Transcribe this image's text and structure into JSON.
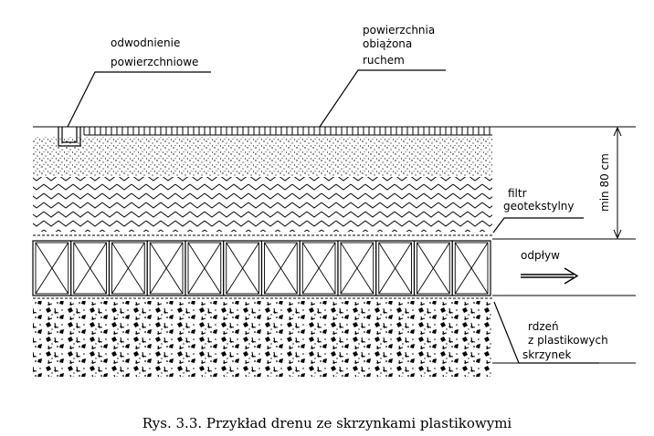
{
  "diagram": {
    "labels": {
      "surface_drainage": [
        "odwodnienie",
        "powierzchniowe"
      ],
      "traffic_surface": [
        "powierzchnia",
        "obiążona",
        "ruchem"
      ],
      "geotextile_filter": [
        "filtr",
        "geotekstylny"
      ],
      "min_depth": "min 80 cm",
      "outflow": "odpływ",
      "core": [
        "rdzeń",
        "z plastikowych",
        "skrzynek"
      ]
    },
    "box_count": 12,
    "caption": "Rys. 3.3. Przykład drenu ze skrzynkami plastikowymi"
  }
}
